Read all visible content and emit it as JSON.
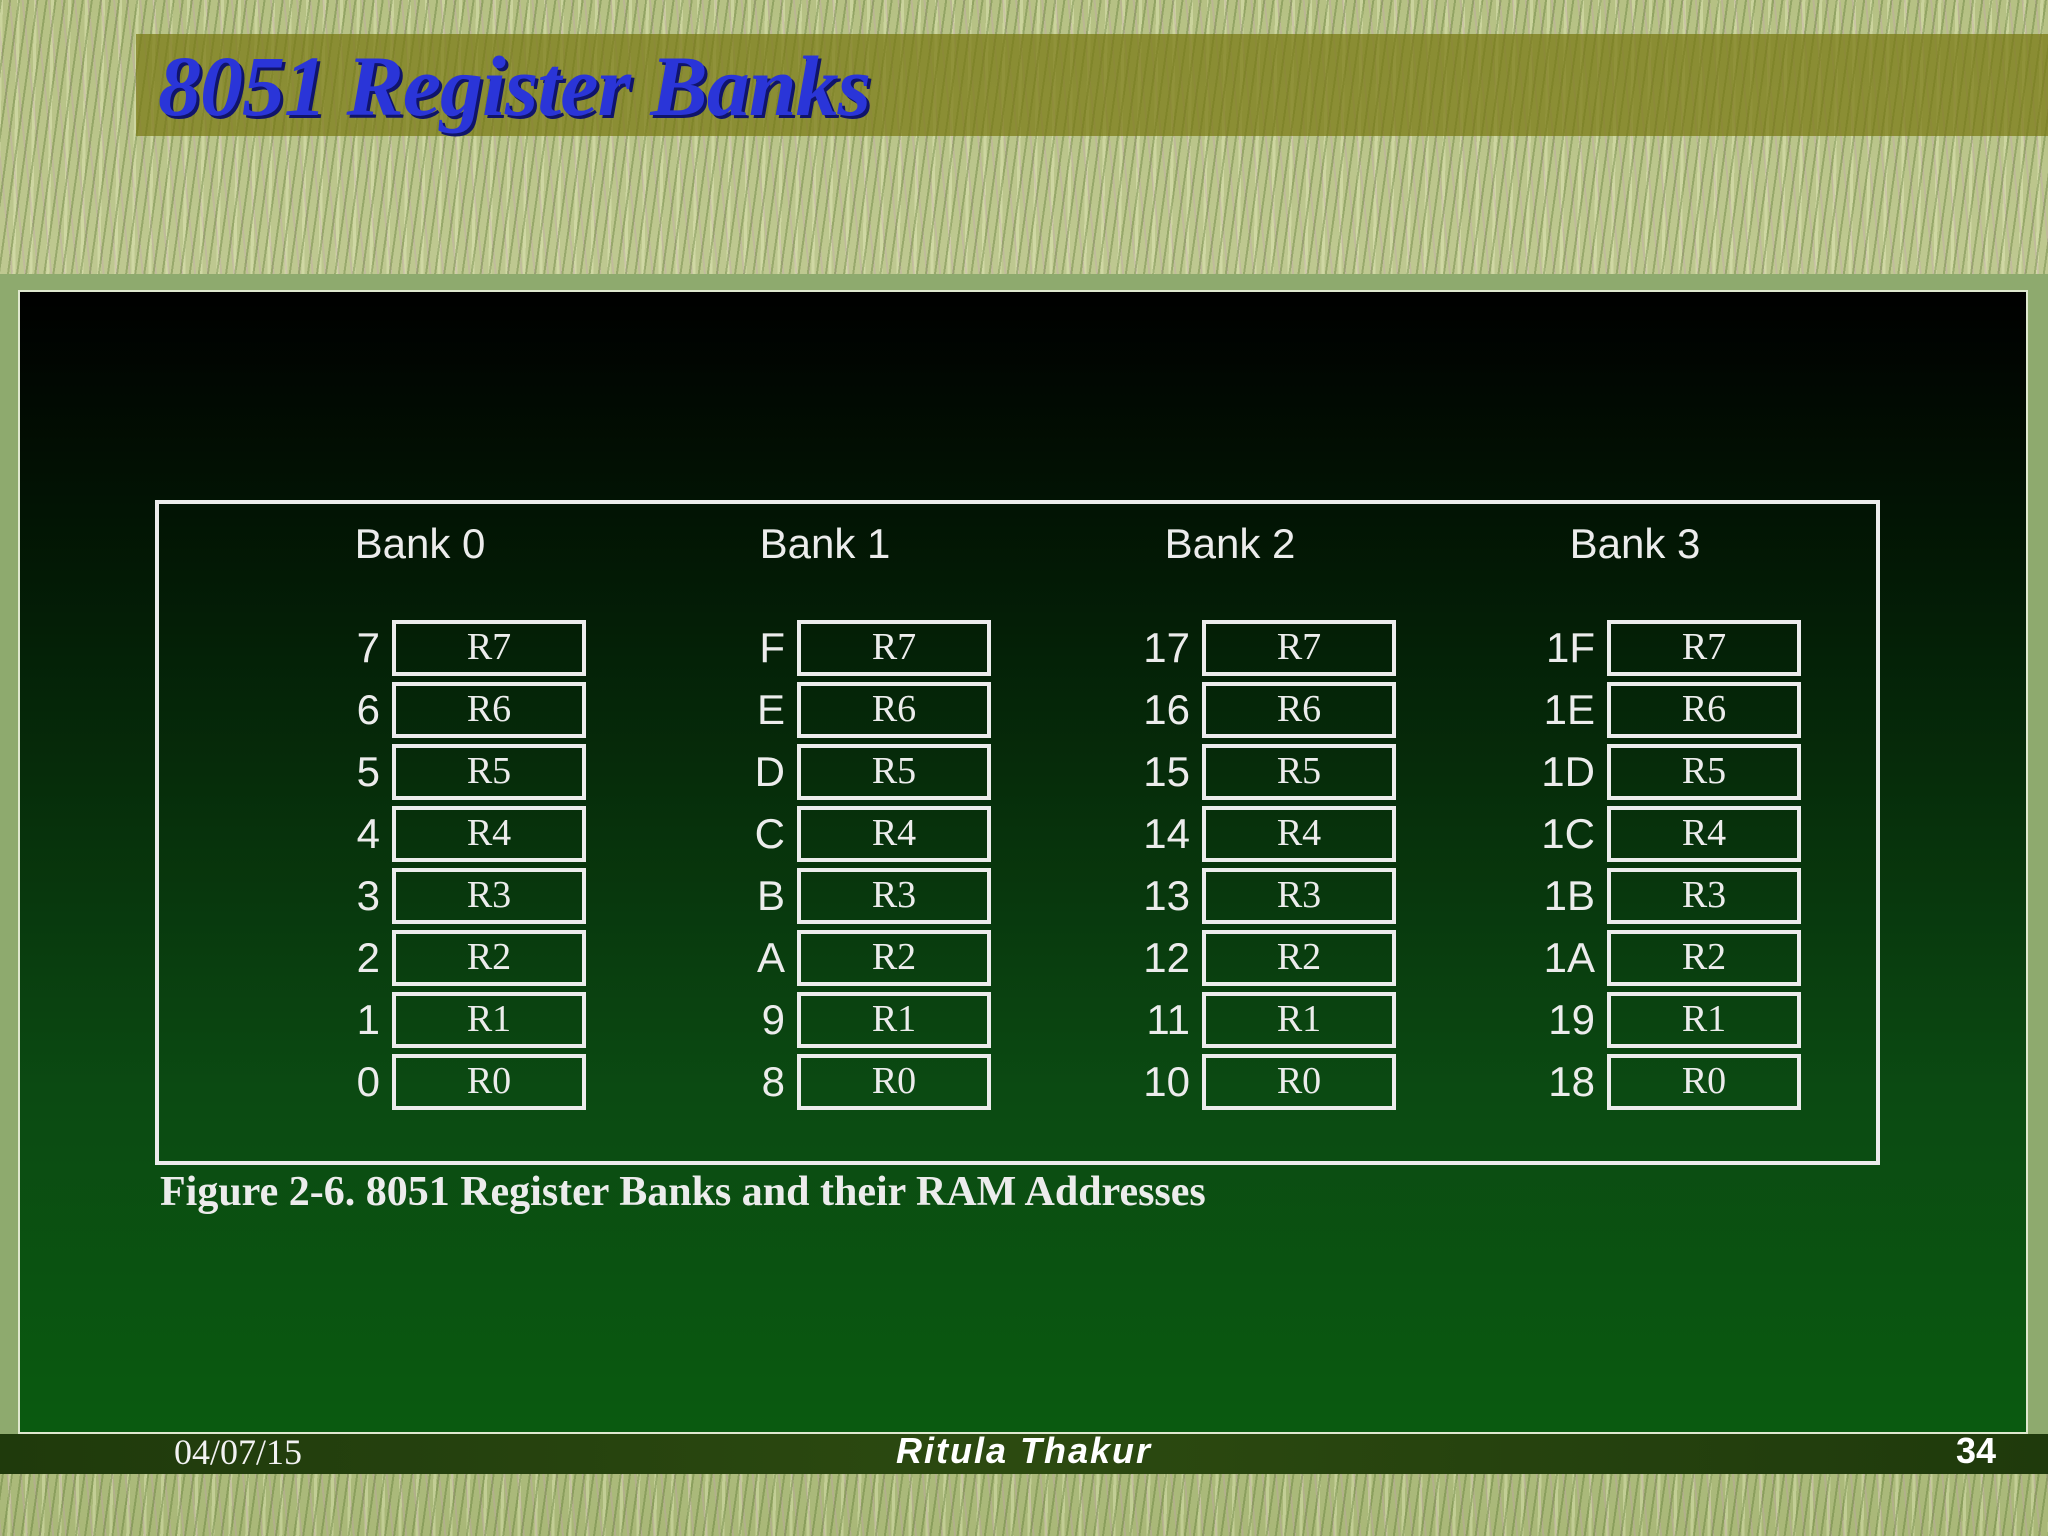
{
  "slide": {
    "title": "8051 Register Banks",
    "caption": "Figure 2-6. 8051 Register Banks and their RAM Addresses",
    "footer": {
      "date": "04/07/15",
      "author": "Ritula Thakur",
      "page": "34"
    }
  },
  "banks": [
    {
      "label": "Bank 0",
      "registers": [
        {
          "addr": "7",
          "name": "R7"
        },
        {
          "addr": "6",
          "name": "R6"
        },
        {
          "addr": "5",
          "name": "R5"
        },
        {
          "addr": "4",
          "name": "R4"
        },
        {
          "addr": "3",
          "name": "R3"
        },
        {
          "addr": "2",
          "name": "R2"
        },
        {
          "addr": "1",
          "name": "R1"
        },
        {
          "addr": "0",
          "name": "R0"
        }
      ]
    },
    {
      "label": "Bank 1",
      "registers": [
        {
          "addr": "F",
          "name": "R7"
        },
        {
          "addr": "E",
          "name": "R6"
        },
        {
          "addr": "D",
          "name": "R5"
        },
        {
          "addr": "C",
          "name": "R4"
        },
        {
          "addr": "B",
          "name": "R3"
        },
        {
          "addr": "A",
          "name": "R2"
        },
        {
          "addr": "9",
          "name": "R1"
        },
        {
          "addr": "8",
          "name": "R0"
        }
      ]
    },
    {
      "label": "Bank 2",
      "registers": [
        {
          "addr": "17",
          "name": "R7"
        },
        {
          "addr": "16",
          "name": "R6"
        },
        {
          "addr": "15",
          "name": "R5"
        },
        {
          "addr": "14",
          "name": "R4"
        },
        {
          "addr": "13",
          "name": "R3"
        },
        {
          "addr": "12",
          "name": "R2"
        },
        {
          "addr": "11",
          "name": "R1"
        },
        {
          "addr": "10",
          "name": "R0"
        }
      ]
    },
    {
      "label": "Bank 3",
      "registers": [
        {
          "addr": "1F",
          "name": "R7"
        },
        {
          "addr": "1E",
          "name": "R6"
        },
        {
          "addr": "1D",
          "name": "R5"
        },
        {
          "addr": "1C",
          "name": "R4"
        },
        {
          "addr": "1B",
          "name": "R3"
        },
        {
          "addr": "1A",
          "name": "R2"
        },
        {
          "addr": "19",
          "name": "R1"
        },
        {
          "addr": "18",
          "name": "R0"
        }
      ]
    }
  ],
  "colors": {
    "title": "#2a35d8",
    "panel_bottom": "#0a5a10",
    "frame": "#8eaa6e",
    "line": "#ececec"
  }
}
